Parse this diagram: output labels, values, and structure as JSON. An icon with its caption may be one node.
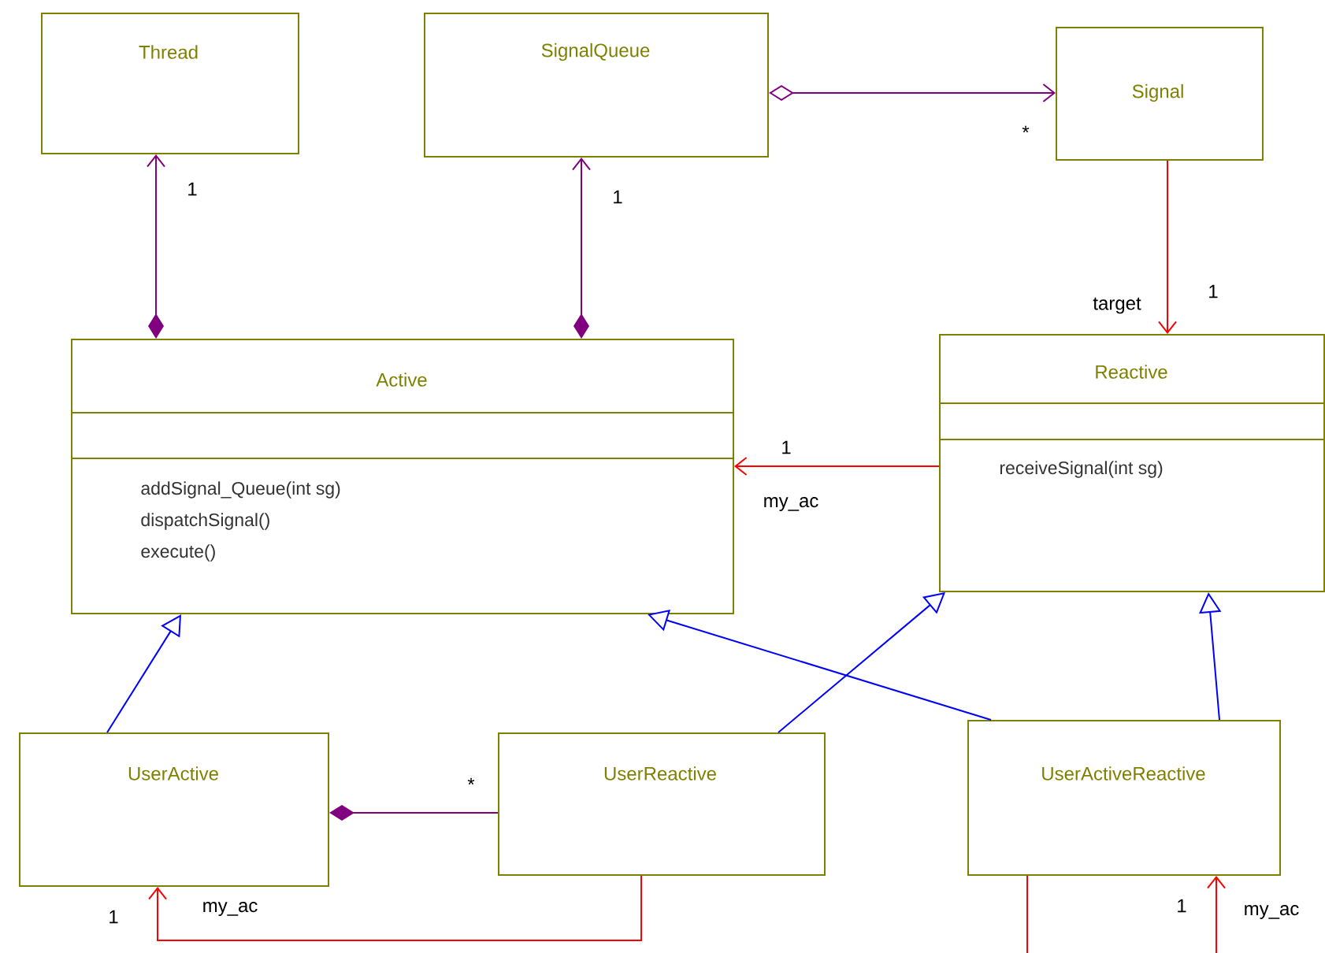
{
  "diagram": {
    "nodes": [
      {
        "text": [
          "Thread"
        ]
      },
      {
        "text": [
          "SignalQueue"
        ]
      },
      {
        "text": [
          "Signal"
        ]
      },
      {
        "text": [
          "Active",
          "addSignal_Queue(int sg)",
          "dispatchSignal()",
          "execute()"
        ]
      },
      {
        "text": [
          "Reactive",
          "receiveSignal(int sg)"
        ]
      },
      {
        "text": [
          "UserActive"
        ]
      },
      {
        "text": [
          "UserReactive"
        ]
      },
      {
        "text": [
          "UserActiveReactive"
        ]
      }
    ],
    "edges": [
      {
        "from": 3,
        "to": 0,
        "arrow": "to",
        "color": "#800080"
      },
      {
        "from": 3,
        "to": 1,
        "arrow": "to",
        "color": "#800080"
      },
      {
        "from": 1,
        "to": 2,
        "arrow": "to",
        "color": "#800080"
      },
      {
        "from": 2,
        "to": 4,
        "arrow": "to"
      },
      {
        "from": 4,
        "to": 3,
        "arrow": "to"
      },
      {
        "from": 5,
        "to": 3,
        "arrow": "to",
        "color": "#0000ff"
      },
      {
        "from": 6,
        "to": 4,
        "arrow": "to",
        "color": "#0000ff"
      },
      {
        "from": 7,
        "to": 3,
        "arrow": "to",
        "color": "#0000ff"
      },
      {
        "from": 7,
        "to": 4,
        "arrow": "to",
        "color": "#0000ff"
      },
      {
        "from": 5,
        "to": 6,
        "arrow": "other",
        "color": "#800080"
      },
      {
        "from": 6,
        "to": 5,
        "arrow": "to"
      },
      {
        "from": 7,
        "to": null,
        "arrow": "none"
      },
      {
        "from": null,
        "to": 7,
        "arrow": "to"
      }
    ],
    "labels": [
      "1",
      "1",
      "*",
      "target",
      "1",
      "1",
      "my_ac",
      "*",
      "1",
      "my_ac",
      "1",
      "my_ac"
    ]
  }
}
